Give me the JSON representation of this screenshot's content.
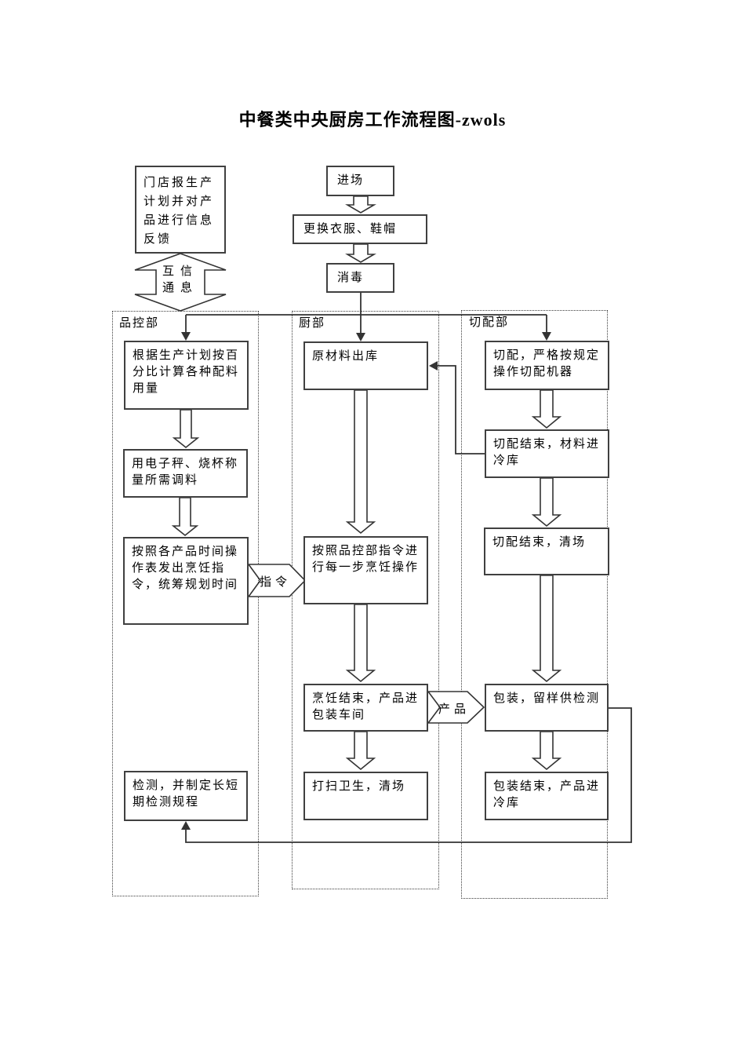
{
  "title": "中餐类中央厨房工作流程图-zwols",
  "pre_flow": {
    "store_feedback": "门店报生产计划并对产品进行信息反馈",
    "mutual_info": "互信\n通息",
    "enter": "进场",
    "change_clothes": "更换衣服、鞋帽",
    "disinfect": "消毒"
  },
  "connectors": {
    "instruction": "指令",
    "product": "产品"
  },
  "columns": {
    "quality": {
      "label": "品控部",
      "steps": {
        "calc": "根据生产计划按百分比计算各种配料用量",
        "weigh": "用电子秤、烧杯称量所需调料",
        "schedule": "按照各产品时间操作表发出烹饪指令，统筹规划时间",
        "inspect": "检测，并制定长短期检测规程"
      }
    },
    "kitchen": {
      "label": "厨部",
      "steps": {
        "material_out": "原材料出库",
        "cook": "按照品控部指令进行每一步烹饪操作",
        "cook_done": "烹饪结束，产品进包装车间",
        "clean": "打扫卫生，清场"
      }
    },
    "cutting": {
      "label": "切配部",
      "steps": {
        "cut": "切配，严格按规定操作切配机器",
        "cut_done_cold": "切配结束，材料进冷库",
        "cut_done_clear": "切配结束，清场",
        "pack": "包装，留样供检测",
        "pack_done": "包装结束，产品进冷库"
      }
    }
  },
  "colors": {
    "line": "#333333",
    "box_border": "#404040",
    "background": "#ffffff"
  }
}
